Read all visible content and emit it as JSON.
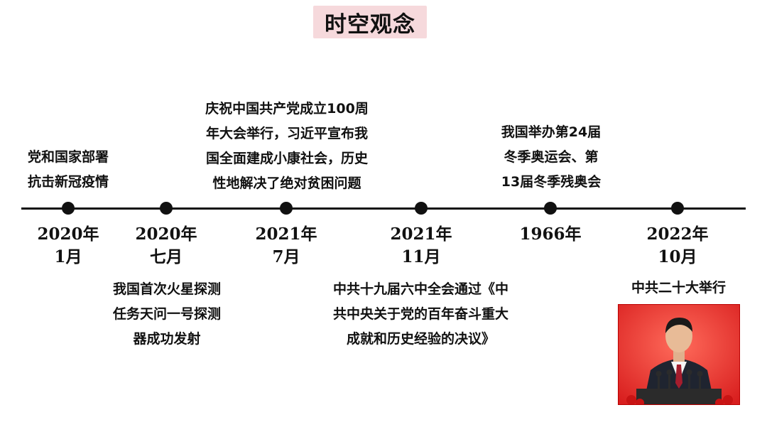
{
  "title": "时空观念",
  "timeline": [
    {
      "date_lines": [
        "2020年",
        "1月"
      ],
      "event_position": "above",
      "event_lines": [
        "党和国家部署",
        "抗击新冠疫情"
      ]
    },
    {
      "date_lines": [
        "2020年",
        "七月"
      ],
      "event_position": "below",
      "event_lines": [
        "我国首次火星探测",
        "任务天问一号探测",
        "器成功发射"
      ]
    },
    {
      "date_lines": [
        "2021年",
        "7月"
      ],
      "event_position": "above",
      "event_lines": [
        "庆祝中国共产党成立100周",
        "年大会举行，习近平宣布我",
        "国全面建成小康社会，历史",
        "性地解决了绝对贫困问题"
      ]
    },
    {
      "date_lines": [
        "2021年",
        "11月"
      ],
      "event_position": "below",
      "event_lines": [
        "中共十九届六中全会通过《中",
        "共中央关于党的百年奋斗重大",
        "成就和历史经验的决议》"
      ]
    },
    {
      "date_lines": [
        "1966年"
      ],
      "event_position": "above",
      "event_lines": [
        "我国举办第24届",
        "冬季奥运会、第",
        "13届冬季残奥会"
      ]
    },
    {
      "date_lines": [
        "2022年",
        "10月"
      ],
      "event_position": "below",
      "event_lines": [
        "中共二十大举行"
      ]
    }
  ],
  "colors": {
    "title_background": "#f6d9dc",
    "photo_background": "#e3342f"
  }
}
